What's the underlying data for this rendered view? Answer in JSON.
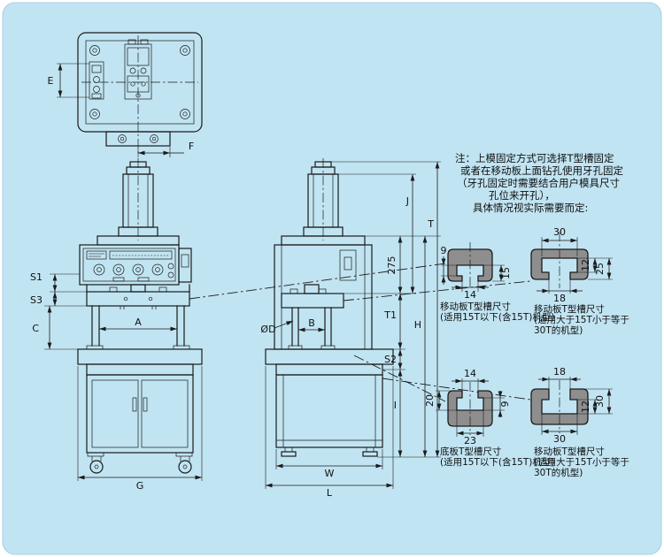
{
  "colors": {
    "background": "#c1e4f2",
    "line": "#1b1b1b",
    "slot_fill": "#8e8e8e"
  },
  "notes": {
    "lines": [
      "注：上模固定方式可选择T型槽固定",
      "或者在移动板上面钻孔使用牙孔固定",
      "（牙孔固定时需要结合用户模具尺寸",
      "孔位来开孔），",
      "具体情况视实际需要而定:"
    ]
  },
  "dims": {
    "e": "E",
    "f": "F",
    "s1": "S1",
    "s3": "S3",
    "c": "C",
    "a": "A",
    "g": "G",
    "b": "B",
    "phi_d": "ØD",
    "w": "W",
    "l": "L",
    "d275": "275",
    "j": "J",
    "t1": "T1",
    "h": "H",
    "t": "T",
    "s2": "S2",
    "i": "I"
  },
  "tslots": {
    "top_left": {
      "dim_top": "9",
      "dim_right": "15",
      "dim_bottom": "14",
      "caption": [
        "移动板T型槽尺寸",
        "(适用15T以下(含15T)机型)"
      ]
    },
    "top_right": {
      "dim_top": "30",
      "dim_right_inner": "12",
      "dim_right_outer": "25",
      "dim_bottom": "18",
      "caption": [
        "移动板T型槽尺寸",
        "(适用大于15T小于等于",
        "30T的机型)"
      ]
    },
    "bottom_left": {
      "dim_top": "14",
      "dim_left": "20",
      "dim_right": "9",
      "dim_bottom": "23",
      "caption": [
        "底板T型槽尺寸",
        "(适用15T以下(含15T)机型)"
      ]
    },
    "bottom_right": {
      "dim_top": "18",
      "dim_right_inner": "12",
      "dim_right_outer": "30",
      "dim_bottom": "30",
      "caption": [
        "移动板T型槽尺寸",
        "(适用大于15T小于等于",
        "30T的机型)"
      ]
    }
  }
}
